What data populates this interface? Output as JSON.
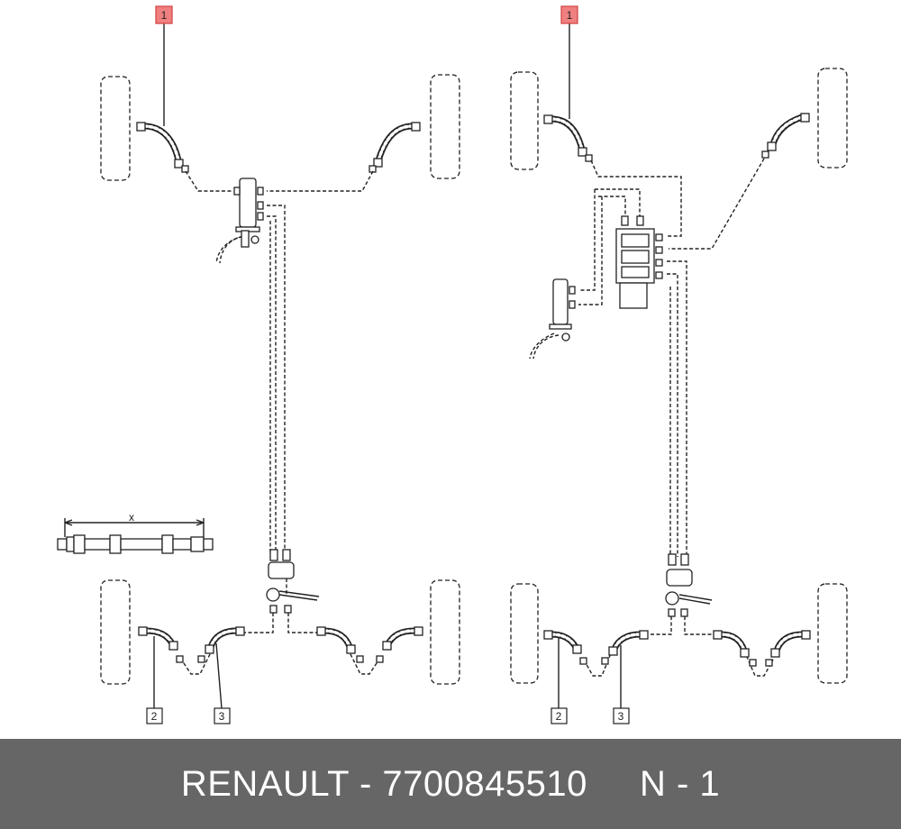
{
  "callouts": [
    {
      "label": "1",
      "highlight": true
    },
    {
      "label": "1",
      "highlight": true
    },
    {
      "label": "2",
      "highlight": false
    },
    {
      "label": "3",
      "highlight": false
    },
    {
      "label": "2",
      "highlight": false
    },
    {
      "label": "3",
      "highlight": false
    }
  ],
  "dimension_label": "x",
  "footer": {
    "text": "RENAULT - 7700845510     N - 1"
  },
  "colors": {
    "footer_bg": "#666666",
    "footer_text": "#ffffff",
    "highlight_box": "#f08080",
    "line": "#222222"
  }
}
